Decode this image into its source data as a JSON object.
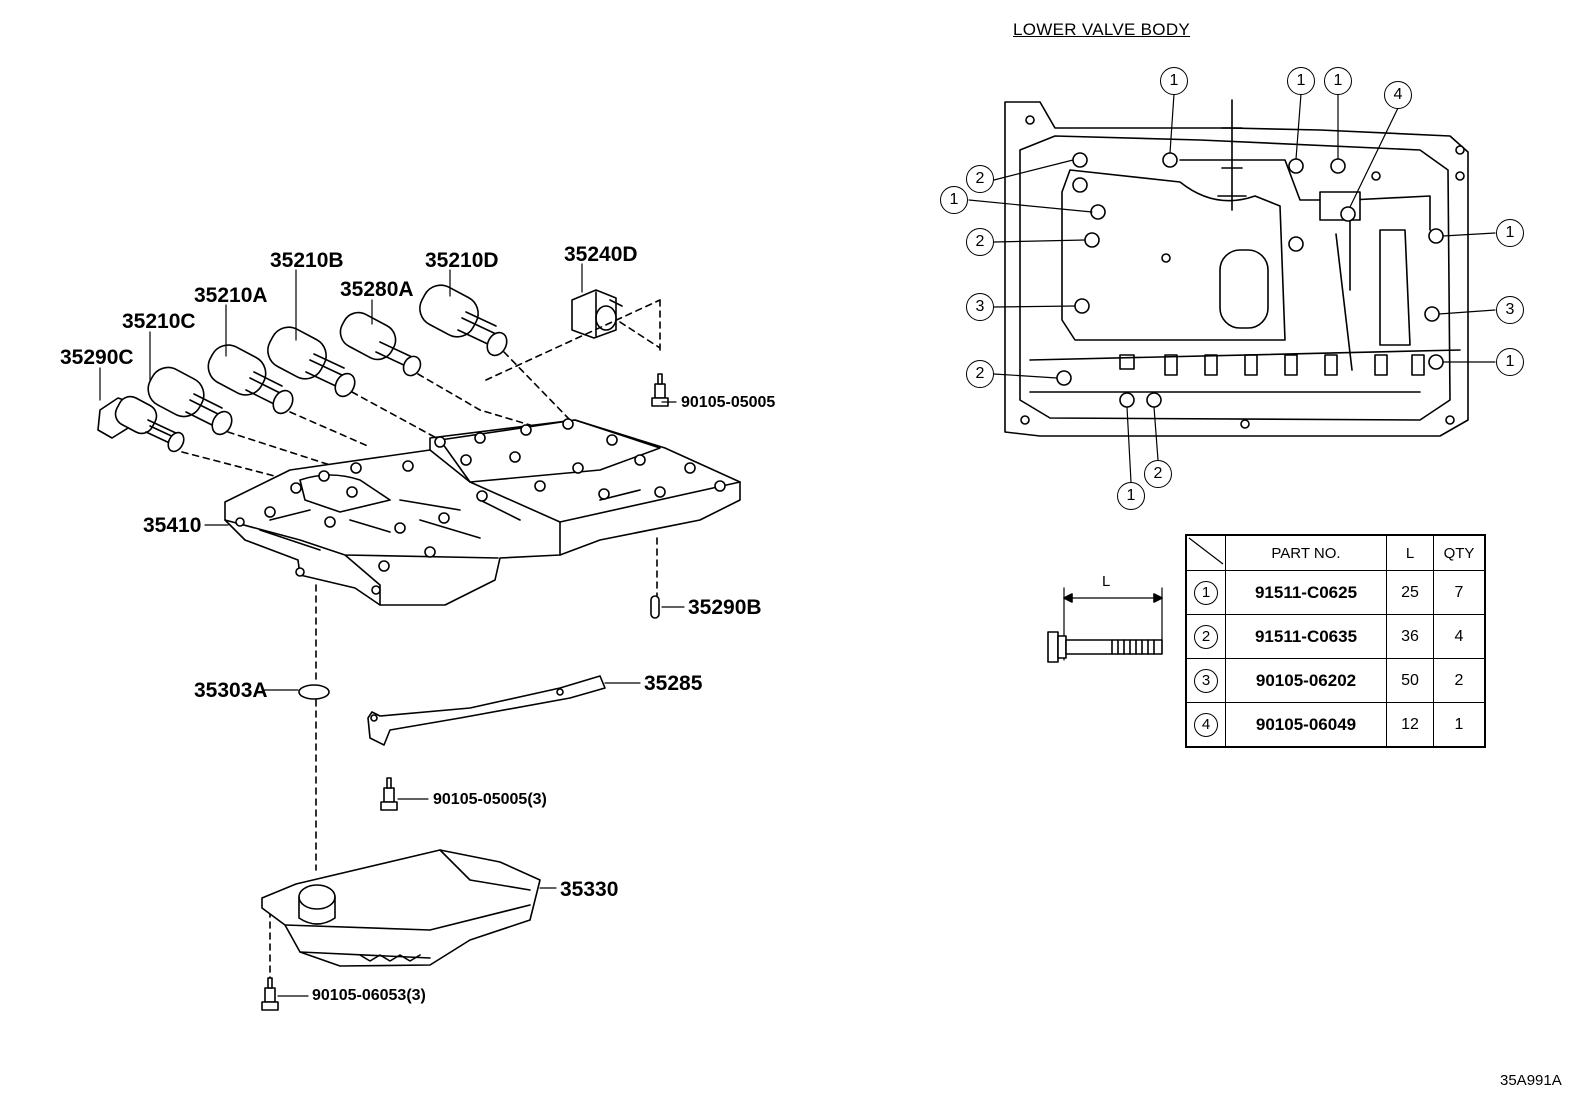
{
  "title": "LOWER VALVE BODY",
  "figure_code": "35A991A",
  "parts": {
    "p35240D": "35240D",
    "p35210D": "35210D",
    "p35210B": "35210B",
    "p35280A": "35280A",
    "p35210A": "35210A",
    "p35210C": "35210C",
    "p35290C": "35290C",
    "p35410": "35410",
    "p35290B": "35290B",
    "p35303A": "35303A",
    "p35285": "35285",
    "p35330": "35330",
    "bolt_a": "90105-05005",
    "bolt_b": "90105-05005(3)",
    "bolt_c": "90105-06053(3)"
  },
  "dimension_label": "L",
  "table": {
    "headers": {
      "part_no": "PART NO.",
      "length": "L",
      "qty": "QTY"
    },
    "rows": [
      {
        "mark": "1",
        "part_no": "91511-C0625",
        "length": "25",
        "qty": "7"
      },
      {
        "mark": "2",
        "part_no": "91511-C0635",
        "length": "36",
        "qty": "4"
      },
      {
        "mark": "3",
        "part_no": "90105-06202",
        "length": "50",
        "qty": "2"
      },
      {
        "mark": "4",
        "part_no": "90105-06049",
        "length": "12",
        "qty": "1"
      }
    ]
  },
  "callouts": {
    "c_top1": "1",
    "c_top2": "1",
    "c_top3": "1",
    "c_top4": "4",
    "c_l1": "2",
    "c_l2": "1",
    "c_l3": "2",
    "c_l4": "3",
    "c_l5": "2",
    "c_r1": "1",
    "c_r2": "3",
    "c_r3": "1",
    "c_b1": "2",
    "c_b2": "1"
  }
}
